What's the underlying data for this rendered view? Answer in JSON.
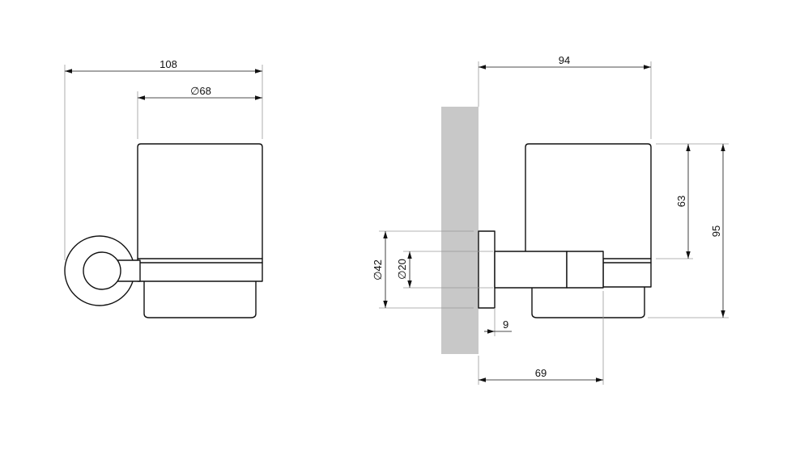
{
  "drawing": {
    "colors": {
      "line": "#111111",
      "extension": "#9a9a9a",
      "wall": "#c8c8c8"
    },
    "dimensions": {
      "overall_width": "108",
      "glass_diameter": "68",
      "side_depth": "94",
      "glass_height": "63",
      "overall_height": "95",
      "flange_diameter": "42",
      "arm_diameter": "20",
      "flange_thickness": "9",
      "arm_projection": "69"
    },
    "symbols": {
      "diameter": "∅"
    }
  }
}
